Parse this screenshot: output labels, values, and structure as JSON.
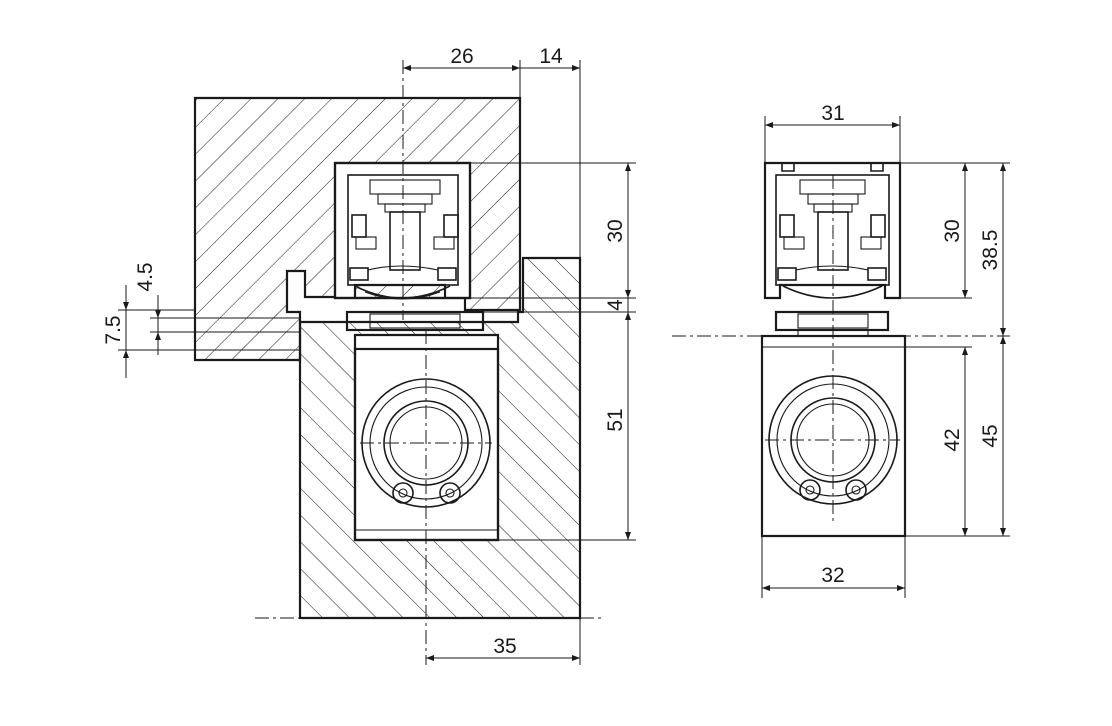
{
  "drawing": {
    "left_view": {
      "dim_top_center": "26",
      "dim_top_right": "14",
      "dim_upper_height": "30",
      "dim_gap": "4",
      "dim_lower_height": "51",
      "dim_bottom_width": "35",
      "dim_left_small": "4.5",
      "dim_left_large": "7.5"
    },
    "right_view": {
      "dim_top_width": "31",
      "dim_upper_height": "30",
      "dim_total_upper": "38.5",
      "dim_lower_height": "42",
      "dim_lower_total": "45",
      "dim_bottom_width": "32"
    }
  }
}
